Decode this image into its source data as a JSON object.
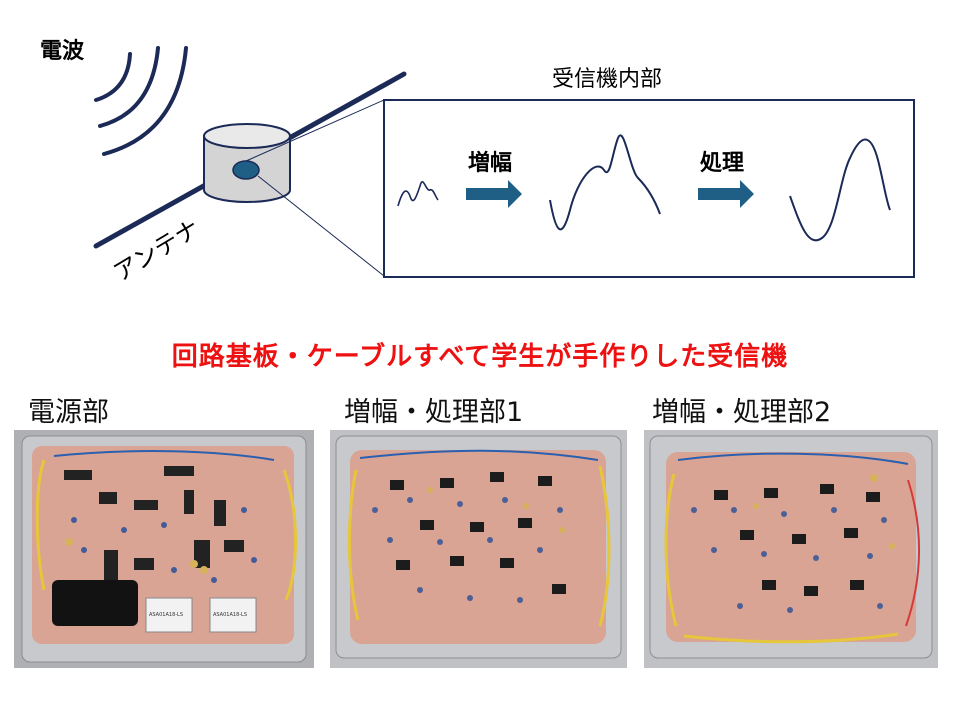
{
  "diagram": {
    "radio_wave_label": "電波",
    "antenna_label": "アンテナ",
    "receiver_inside_label": "受信機内部",
    "amplify_label": "増幅",
    "process_label": "処理"
  },
  "headline": "回路基板・ケーブルすべて学生が手作りした受信機",
  "photos": [
    {
      "title": "電源部",
      "module_label_1": "ASA01A18-LS",
      "module_label_2": "ASA01A18-LS"
    },
    {
      "title": "増幅・処理部1"
    },
    {
      "title": "増幅・処理部2"
    }
  ],
  "colors": {
    "headline": "#ee1111",
    "line_navy": "#1b2a56",
    "arrow_blue": "#1f5f86",
    "pcb": "#d9a493",
    "enclosure": "#c7c9cc"
  }
}
